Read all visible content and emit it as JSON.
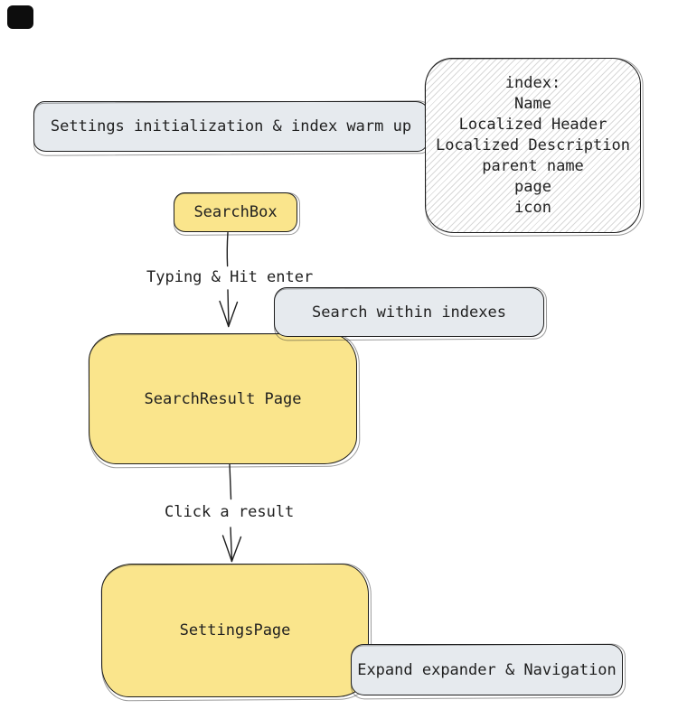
{
  "canvas": {
    "background": "#ffffff",
    "ink_color": "#1e1e1e",
    "yellow_fill": "#fae58c",
    "gray_fill": "#e6eaee",
    "hatch_color": "#d8d8d8"
  },
  "nodes": {
    "init_box": {
      "label": "Settings initialization & index warm up"
    },
    "index_box": {
      "lines": [
        "index:",
        "Name",
        "Localized Header",
        "Localized Description",
        "parent name",
        "page",
        "icon"
      ]
    },
    "search_box": {
      "label": "SearchBox"
    },
    "search_within": {
      "label": "Search within indexes"
    },
    "search_result": {
      "label": "SearchResult Page"
    },
    "settings_page": {
      "label": "SettingsPage"
    },
    "expand_nav": {
      "label": "Expand expander & Navigation"
    }
  },
  "edges": {
    "typing": {
      "label": "Typing & Hit enter"
    },
    "click": {
      "label": "Click a result"
    }
  }
}
